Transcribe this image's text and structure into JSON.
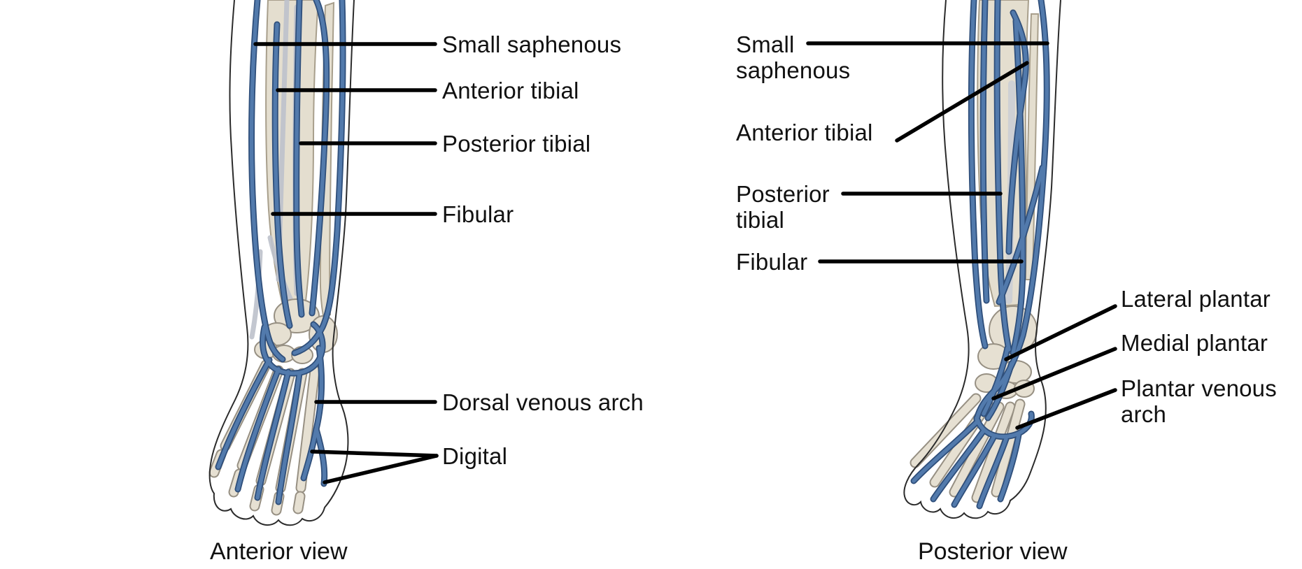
{
  "anterior_view": {
    "caption": "Anterior view",
    "labels": {
      "small_saphenous": "Small saphenous",
      "anterior_tibial": "Anterior tibial",
      "posterior_tibial": "Posterior tibial",
      "fibular": "Fibular",
      "dorsal_venous_arch": "Dorsal venous arch",
      "digital": "Digital"
    }
  },
  "posterior_view": {
    "caption": "Posterior view",
    "labels": {
      "small_saphenous": "Small saphenous",
      "anterior_tibial": "Anterior tibial",
      "posterior_tibial": "Posterior tibial",
      "fibular": "Fibular",
      "lateral_plantar": "Lateral plantar",
      "medial_plantar": "Medial plantar",
      "plantar_venous_arch": "Plantar venous arch"
    }
  },
  "colors": {
    "background": "#ffffff",
    "text": "#111111",
    "leader_line": "#000000",
    "leg_outline": "#2b2b2b",
    "vein_fill": "#527aac",
    "vein_outline": "#2f4f7b",
    "bone_fill": "#e4decf",
    "bone_outline": "#a89f8c",
    "tendon": "#bcc1cb"
  }
}
